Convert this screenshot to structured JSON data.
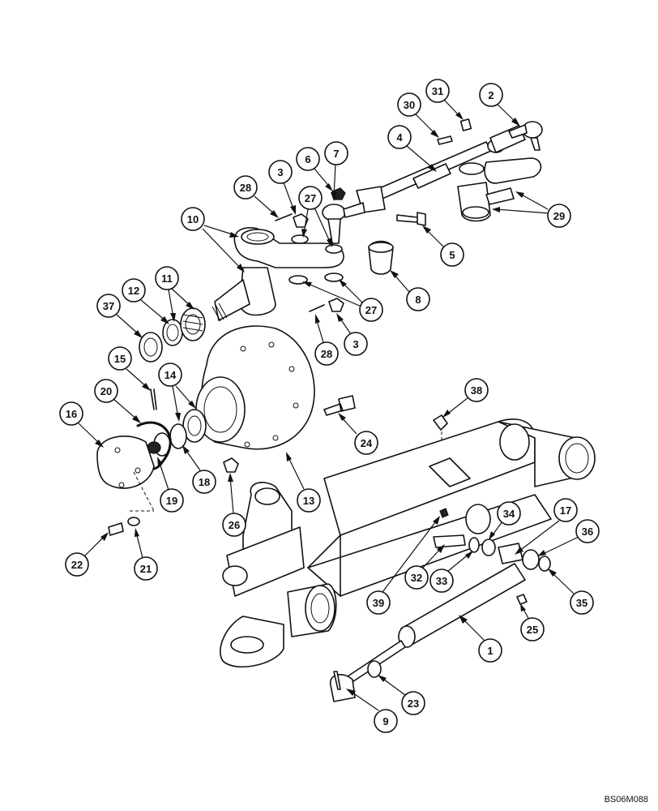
{
  "drawing_id": "BS06M088",
  "callouts": [
    "1",
    "2",
    "3",
    "3",
    "4",
    "5",
    "6",
    "7",
    "8",
    "9",
    "10",
    "11",
    "12",
    "13",
    "14",
    "15",
    "16",
    "17",
    "18",
    "19",
    "20",
    "21",
    "22",
    "23",
    "24",
    "25",
    "26",
    "27",
    "27",
    "28",
    "28",
    "29",
    "30",
    "31",
    "32",
    "33",
    "34",
    "35",
    "36",
    "37",
    "38",
    "39"
  ]
}
